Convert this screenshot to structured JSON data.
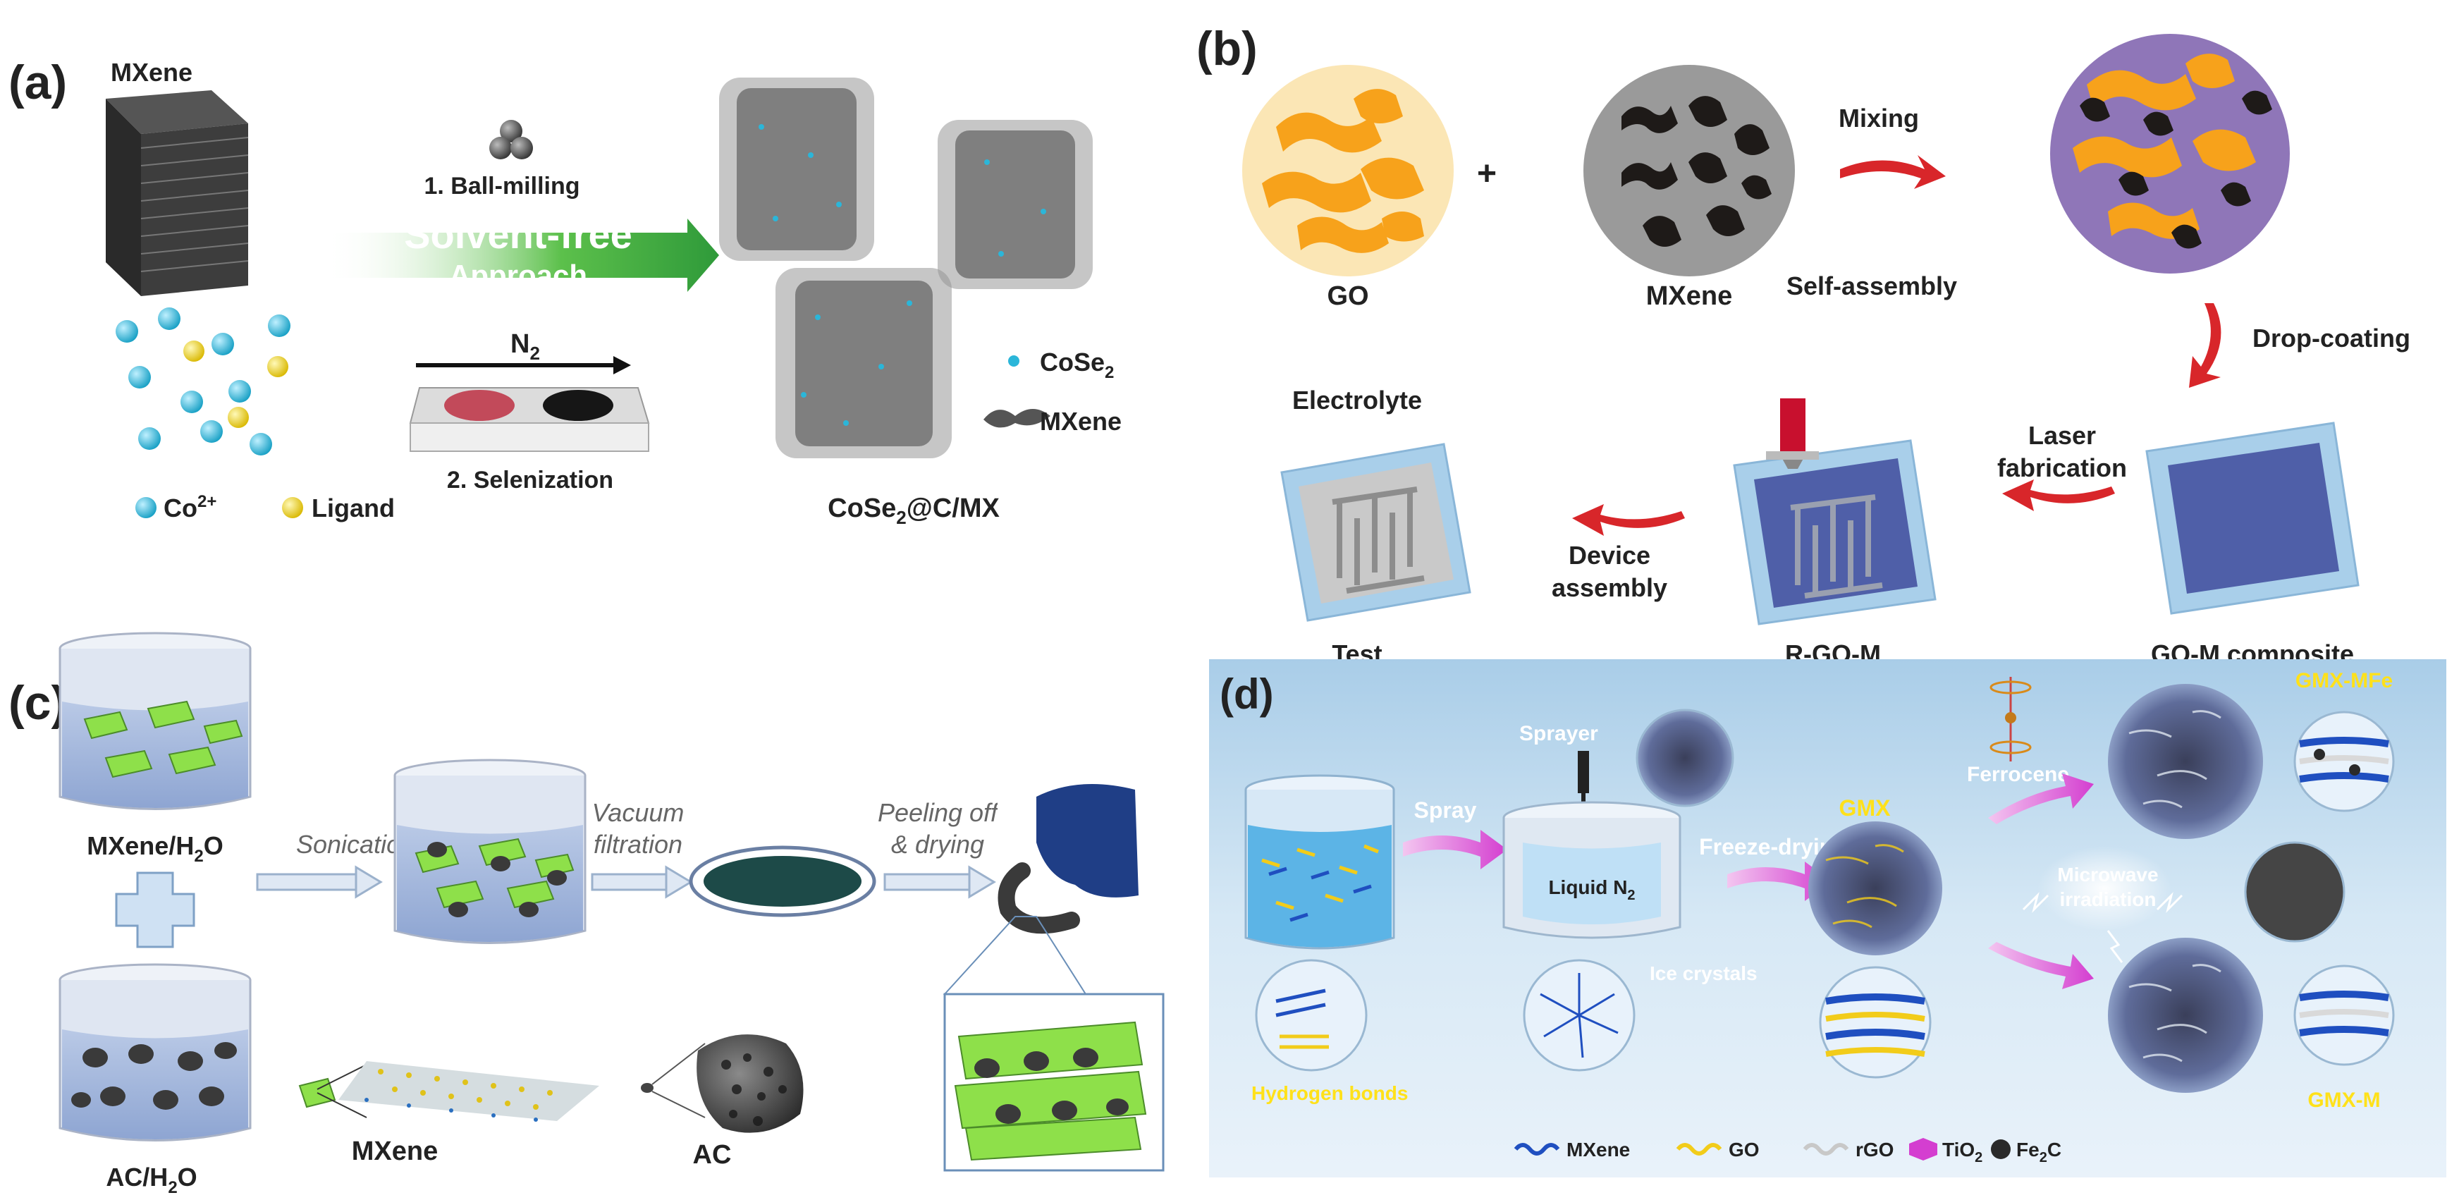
{
  "panel_a": {
    "letter": "(a)",
    "mxene": "MXene",
    "step1": "1. Ball-milling",
    "solvent_free": "Solvent-free",
    "approach": "Approach",
    "n2": "N",
    "n2_sub": "2",
    "step2": "2. Selenization",
    "co": "Co",
    "co_sup": "2+",
    "ligand": "Ligand",
    "legend_cose2": "CoSe",
    "legend_cose2_sub": "2",
    "legend_mxene": "MXene",
    "product": "CoSe",
    "product_sub": "2",
    "product_tail": "@C/MX"
  },
  "panel_b": {
    "letter": "(b)",
    "plus": "+",
    "go": "GO",
    "mxene": "MXene",
    "mixing": "Mixing",
    "self_assembly": "Self-assembly",
    "drop_coating": "Drop-coating",
    "laser1": "Laser",
    "laser2": "fabrication",
    "gom": "GO-M composite",
    "rgom": "R-GO-M",
    "device1": "Device",
    "device2": "assembly",
    "electrolyte": "Electrolyte",
    "test": "Test"
  },
  "panel_c": {
    "letter": "(c)",
    "mxene_h2o": "MXene/H",
    "mxene_h2o_sub": "2",
    "mxene_h2o_tail": "O",
    "ac_h2o": "AC/H",
    "ac_h2o_sub": "2",
    "ac_h2o_tail": "O",
    "sonication": "Sonication",
    "vacuum1": "Vacuum",
    "vacuum2": "filtration",
    "peel1": "Peeling off",
    "peel2": "& drying",
    "mxene": "MXene",
    "ac": "AC"
  },
  "panel_d": {
    "letter": "(d)",
    "sprayer": "Sprayer",
    "spray": "Spray",
    "liquid_n2": "Liquid N",
    "liquid_n2_sub": "2",
    "freeze": "Freeze-drying",
    "gmx": "GMX",
    "ferrocene": "Ferrocene",
    "gmx_mfe": "GMX-MFe",
    "microwave1": "Microwave",
    "microwave2": "irradiation",
    "ice": "Ice crystals",
    "hbonds": "Hydrogen bonds",
    "gmx_m": "GMX-M",
    "legend": [
      "MXene",
      "GO",
      "rGO",
      "TiO",
      "Fe"
    ],
    "tio2_sub": "2",
    "fe2c_sub": "2",
    "fe2c_tail": "C"
  },
  "colors": {
    "orange": "#f7a21b",
    "mxene_dark": "#1e1a18",
    "go_circle": "#fbe6b5",
    "mxene_circle": "#9a9a9a",
    "mixed_circle": "#8f76b8",
    "red_arrow": "#d8262a",
    "green_arrow": "#46b548",
    "substrate": "#a9cfea",
    "film": "#4f5fa8",
    "panel_d_bg": "#bcd8ee",
    "co_ion": "#2bb6d9",
    "ligand": "#f0d81b",
    "mxene_green": "#8ee04a"
  }
}
